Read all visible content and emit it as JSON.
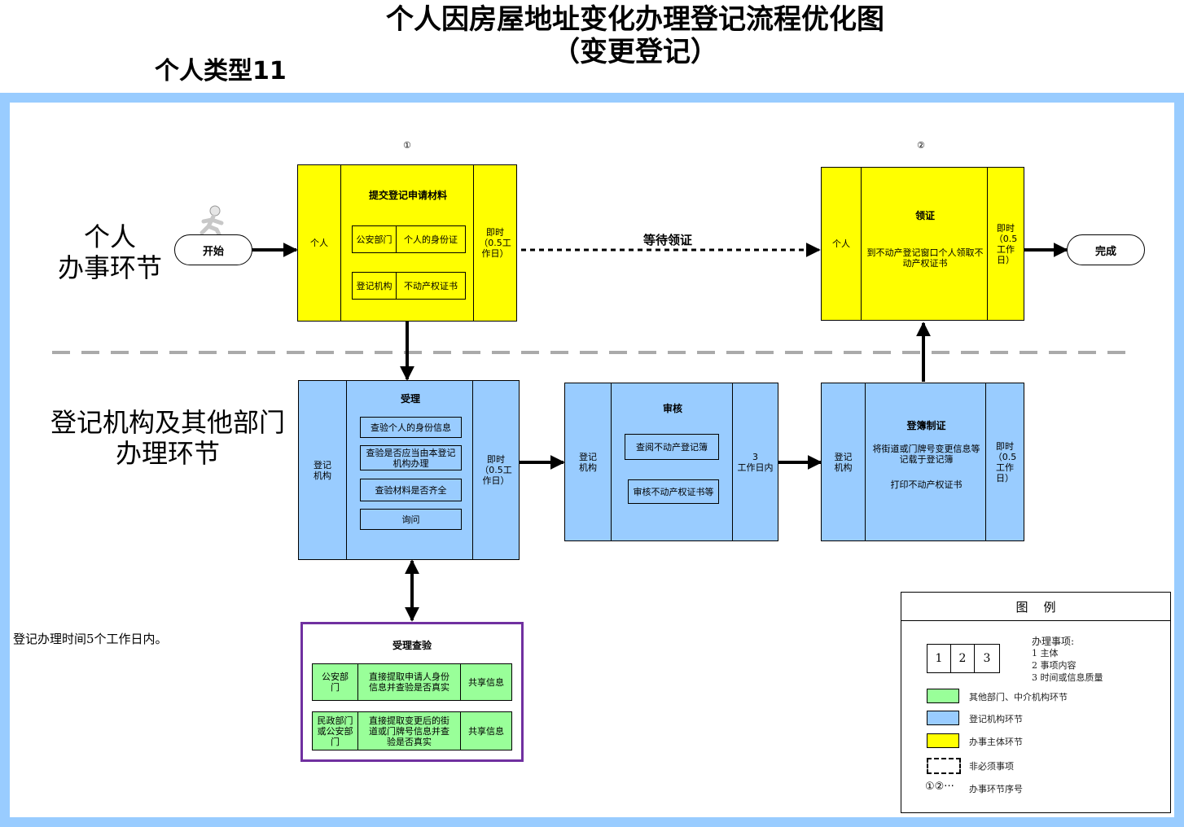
{
  "title": "个人因房屋地址变化办理登记流程优化图",
  "subtitle": "（变更登记）",
  "type_label": "个人类型11",
  "lanes": {
    "personal": [
      "个人",
      "办事环节"
    ],
    "registry": [
      "登记机构及其他部门",
      "办理环节"
    ]
  },
  "markers": {
    "step1": "①",
    "step2": "②"
  },
  "start": "开始",
  "finish": "完成",
  "wait_label": "等待领证",
  "step1": {
    "subject": "个人",
    "title": "提交登记申请材料",
    "rows": [
      {
        "dept": "公安部门",
        "content": "个人的身份证"
      },
      {
        "dept": "登记机构",
        "content": "不动产权证书"
      }
    ],
    "time": "即时（0.5工作日）"
  },
  "step2": {
    "subject": "个人",
    "title": "领证",
    "desc": "到不动产登记窗口个人领取不动产权证书",
    "time": "即时（0.5工作日）"
  },
  "accept": {
    "subject": "登记机构",
    "title": "受理",
    "items": [
      "查验个人的身份信息",
      "查验是否应当由本登记机构办理",
      "查验材料是否齐全",
      "询问"
    ],
    "time": "即时（0.5工作日）"
  },
  "review": {
    "subject": "登记机构",
    "title": "审核",
    "items": [
      "查阅不动产登记簿",
      "审核不动产权证书等"
    ],
    "time_num": "3",
    "time_text": "工作日内"
  },
  "register": {
    "subject": "登记机构",
    "title": "登簿制证",
    "desc": "将街道或门牌号变更信息等记载于登记簿",
    "desc2": "打印不动产权证书",
    "time": "即时（0.5工作日）"
  },
  "verify": {
    "title": "受理查验",
    "rows": [
      {
        "dept": "公安部门",
        "content": "直接提取申请人身份信息并查验是否真实",
        "share": "共享信息"
      },
      {
        "dept": "民政部门或公安部门",
        "content": "直接提取变更后的街道或门牌号信息并查验是否真实",
        "share": "共享信息"
      }
    ]
  },
  "note": "登记办理时间5个工作日内。",
  "legend": {
    "title": "图    例",
    "numbers": [
      "1",
      "2",
      "3"
    ],
    "items_title": "办理事项:",
    "items": [
      "1 主体",
      "2 事项内容",
      "3 时间或信息质量"
    ],
    "colors": [
      {
        "color": "#99ff99",
        "label": "其他部门、中介机构环节"
      },
      {
        "color": "#99ccff",
        "label": "登记机构环节"
      },
      {
        "color": "#ffff00",
        "label": "办事主体环节"
      }
    ],
    "dashed_label": "非必须事项",
    "seq_symbol": "①②···",
    "seq_label": "办事环节序号"
  }
}
